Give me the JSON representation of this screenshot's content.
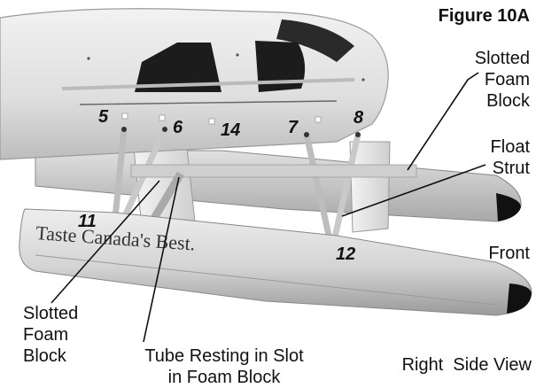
{
  "figure": {
    "title": "Figure 10A",
    "view_caption": "Right  Side View",
    "callouts": {
      "slotted_foam_block_top": [
        "Slotted",
        "Foam",
        "Block"
      ],
      "float_strut": [
        "Float",
        "Strut"
      ],
      "front": "Front",
      "slotted_foam_block_bottom": [
        "Slotted",
        "Foam",
        "Block"
      ],
      "tube_resting": [
        "Tube Resting in Slot",
        "in Foam Block"
      ]
    },
    "hole_numbers": [
      "5",
      "6",
      "14",
      "7",
      "8",
      "11",
      "12"
    ],
    "float_decal": "Taste Canada's Best."
  },
  "colors": {
    "fuselage": "#e4e4e4",
    "float": "#d6d6d6",
    "window": "#1c1c1c",
    "strut": "#c8c8c8",
    "text": "#111111"
  }
}
